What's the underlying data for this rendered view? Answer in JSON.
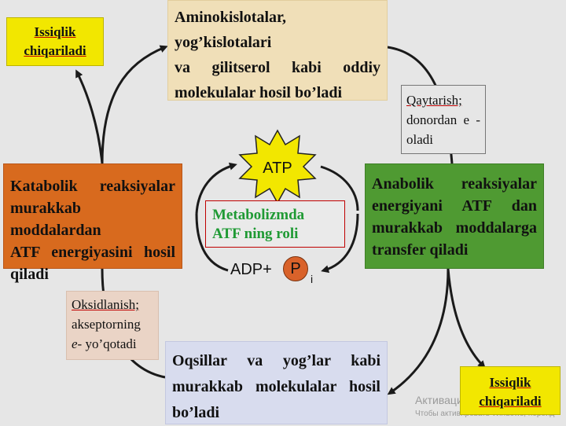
{
  "heat_release_top": {
    "line1": "Issiqlik",
    "line2": "chiqariladi"
  },
  "heat_release_bottom": {
    "line1": "Issiqlik",
    "line2": "chiqariladi"
  },
  "top_box": {
    "line1": "Aminokislotalar, yog’kislotalari",
    "line2": "va gilitserol kabi oddiy",
    "line3": "molekulalar hosil bo’ladi"
  },
  "reduction_box": {
    "line1": "Qaytarish;",
    "line2": "donordan e -",
    "line3": "oladi"
  },
  "left_box": {
    "line1": "Katabolik reaksiyalar",
    "line2": "murakkab moddalardan",
    "line3": "ATF energiyasini hosil",
    "line4": "qiladi"
  },
  "right_box": {
    "line1": "Anabolik reaksiyalar",
    "line2": "energiyani ATF dan",
    "line3": "murakkab moddalarga",
    "line4": "transfer qiladi"
  },
  "center_box": {
    "line1": "Metabolizmda",
    "line2": "ATF ning roli"
  },
  "atp_label": "ATP",
  "adp_label": "ADP+",
  "pi_label": "P",
  "pi_subscript": "i",
  "oxidation_box": {
    "line1": "Oksidlanish;",
    "line2": "akseptorning",
    "line3_em": "e-",
    "line3_rest": " yo’qotadi"
  },
  "bottom_box": {
    "line1": "Oqsillar va yog’lar kabi",
    "line2": "murakkab molekulalar hosil",
    "line3": "bo’ladi"
  },
  "watermark": {
    "line1": "Активация",
    "line2": "Чтобы активировать Windows, перейд"
  },
  "colors": {
    "heat": "#f2e700",
    "catabolic": "#d86a1e",
    "anabolic": "#4f9a32",
    "simple_molecules": "#f0dfb8",
    "complex_molecules": "#d8dcee",
    "atp_star": "#f2e700",
    "center_text": "#1f9a34"
  }
}
